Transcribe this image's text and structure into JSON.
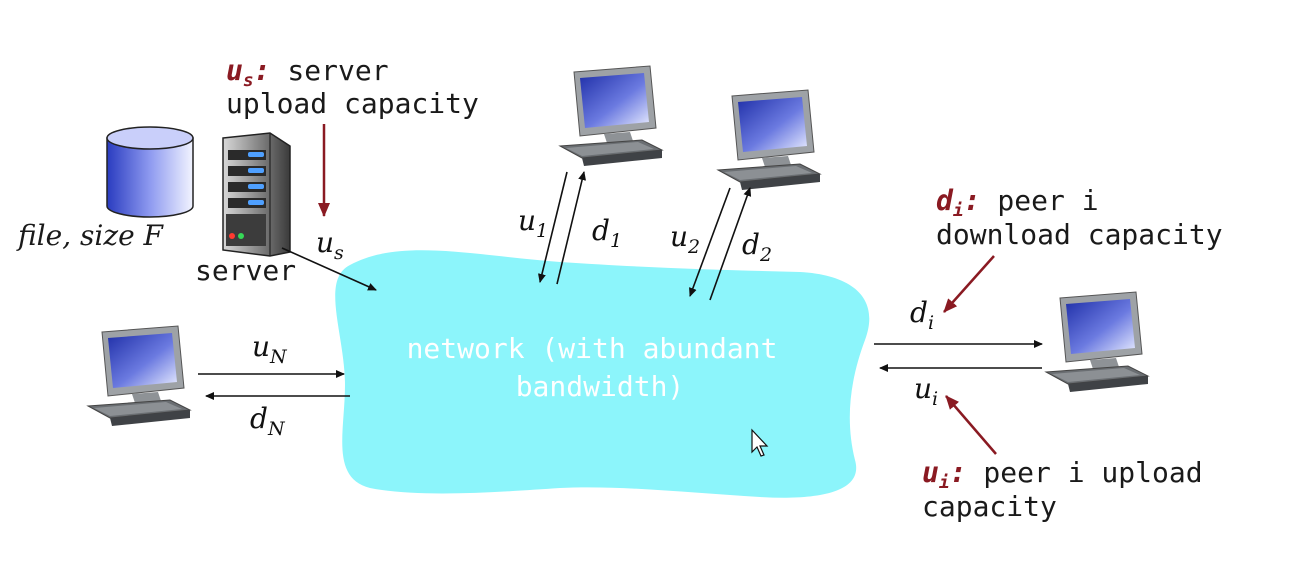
{
  "network": {
    "line1": "network (with abundant",
    "line2": "bandwidth)"
  },
  "server": {
    "label": "server",
    "file_label": "file, size F",
    "annotation": {
      "sym": "u",
      "sub": "s",
      "colon": ":",
      "line1": " server",
      "line2": "upload capacity"
    },
    "link_var": {
      "sym": "u",
      "sub": "s"
    }
  },
  "peer1": {
    "up": {
      "sym": "u",
      "sub": "1"
    },
    "down": {
      "sym": "d",
      "sub": "1"
    }
  },
  "peer2": {
    "up": {
      "sym": "u",
      "sub": "2"
    },
    "down": {
      "sym": "d",
      "sub": "2"
    }
  },
  "peerN": {
    "up": {
      "sym": "u",
      "sub": "N"
    },
    "down": {
      "sym": "d",
      "sub": "N"
    }
  },
  "peerI": {
    "down": {
      "sym": "d",
      "sub": "i"
    },
    "up": {
      "sym": "u",
      "sub": "i"
    },
    "download_annotation": {
      "sym": "d",
      "sub": "i",
      "colon": ":",
      "line1": " peer i",
      "line2": "download capacity"
    },
    "upload_annotation": {
      "sym": "u",
      "sub": "i",
      "colon": ":",
      "line1": " peer i upload",
      "line2": "capacity"
    }
  },
  "colors": {
    "cloud": "#8cf5fb",
    "accent": "#8a1a22",
    "screen": "#3c4fd0"
  }
}
